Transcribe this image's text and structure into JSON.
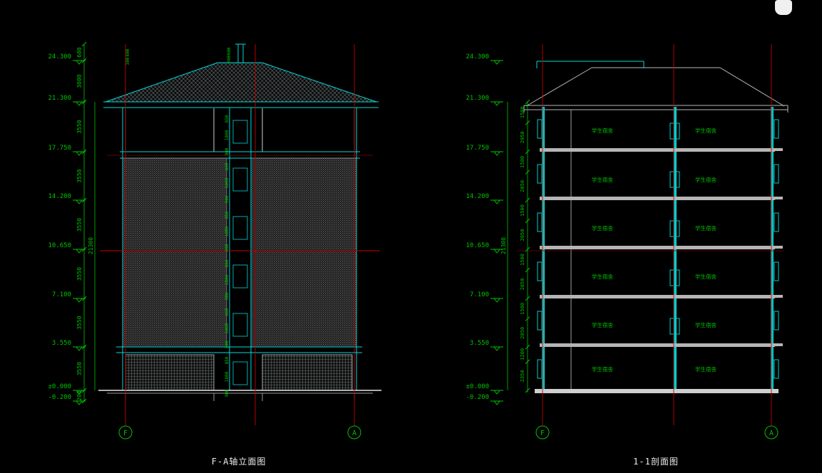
{
  "canvas": {
    "background": "#000000"
  },
  "corner_widget": {
    "shape": "white-rounded-tab"
  },
  "elevation_levels": [
    "24.300",
    "21.300",
    "17.750",
    "14.200",
    "10.650",
    "7.100",
    "3.550",
    "±0.000",
    "-0.200"
  ],
  "left_drawing": {
    "title": "F-A轴立面图",
    "grid_start": "F",
    "grid_end": "A",
    "overall_dim": "21300",
    "floor_dims": [
      "600",
      "3000",
      "3550",
      "3550",
      "3550",
      "3550",
      "3550",
      "3550",
      "200"
    ],
    "center_dims": [
      "850",
      "1800",
      "900"
    ],
    "roof_dims": [
      "600",
      "300"
    ]
  },
  "right_drawing": {
    "title": "1-1剖面图",
    "grid_start": "F",
    "grid_end": "A",
    "overall_dim": "21300",
    "window_dims": [
      "1500",
      "2050"
    ],
    "bottom_dims": [
      "1200",
      "2350"
    ],
    "room_label": "学生宿舍"
  },
  "colors": {
    "outline_cyan": "#00d9d9",
    "annotation_green": "#00c300",
    "grid_red": "#c40000",
    "structure_gray": "#b5b5b5",
    "text_white": "#ededed"
  }
}
